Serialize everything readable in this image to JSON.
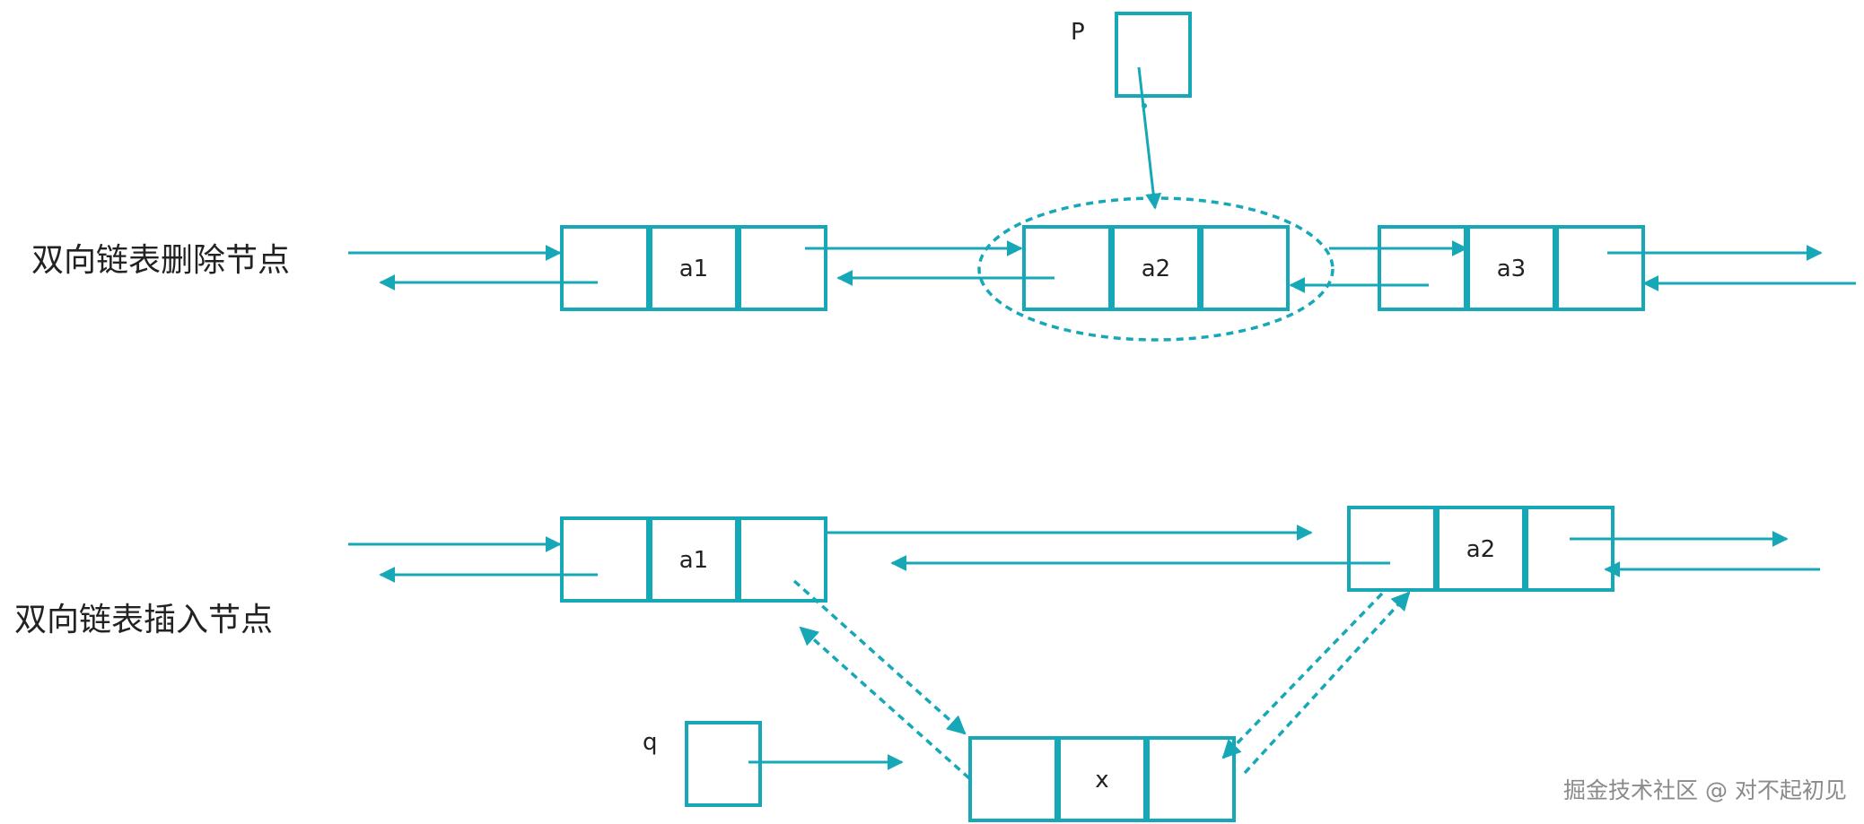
{
  "colors": {
    "accent": "#17a8b8",
    "text": "#222222",
    "watermark": "#8a8a8a"
  },
  "delete_section": {
    "title": "双向链表删除节点",
    "pointer_label": "P",
    "nodes": [
      "a1",
      "a2",
      "a3"
    ]
  },
  "insert_section": {
    "title": "双向链表插入节点",
    "pointer_label": "q",
    "nodes": [
      "a1",
      "a2"
    ],
    "new_node": "x"
  },
  "watermark": "掘金技术社区 @ 对不起初见"
}
